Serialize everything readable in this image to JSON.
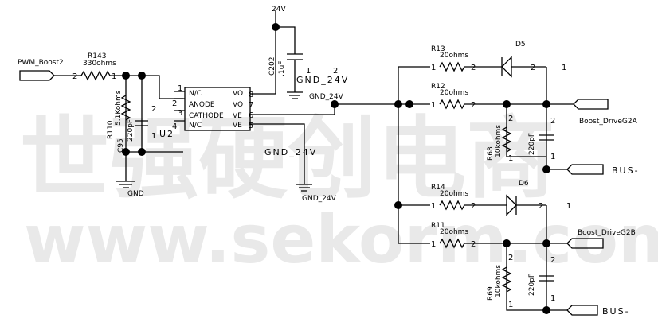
{
  "watermark": {
    "line1": "世强硬创电商",
    "line2": "www.sekorm.com"
  },
  "net_labels": {
    "pwm_in": "PWM_Boost2",
    "out_a": "Boost_DriveG2A",
    "out_b": "Boost_DriveG2B",
    "bus_a": "BUS-",
    "bus_b": "BUS-"
  },
  "power": {
    "vcc": "24V",
    "gnd_left": "GND",
    "gnd_mid": "GND_24V",
    "gnd_mid_text": "GND_24V",
    "gnd_cap_text": "GND_24V",
    "gnd_net": "GND_24V"
  },
  "components": {
    "r143": {
      "ref": "R143",
      "value": "330ohms",
      "pin1": "1",
      "pin2": "2"
    },
    "r110": {
      "ref": "R110",
      "value": "5.1Kohms"
    },
    "c95": {
      "ref": "C95",
      "value": "220pF",
      "pin1": "1",
      "pin2": "2"
    },
    "c202": {
      "ref": "C202",
      "value": ".1uF",
      "pin1": "1",
      "pin2": "2"
    },
    "u2": {
      "ref": "U2",
      "pins_left": [
        "N/C",
        "ANODE",
        "CATHODE",
        "N/C"
      ],
      "pins_right": [
        "VO",
        "VO",
        "VE",
        "VE"
      ],
      "nums_left": [
        "1",
        "2",
        "3",
        "4"
      ],
      "nums_right": [
        "8",
        "7",
        "6",
        "5"
      ]
    },
    "r13": {
      "ref": "R13",
      "value": "20ohms",
      "pin1": "1",
      "pin2": "2"
    },
    "r12": {
      "ref": "R12",
      "value": "20ohms",
      "pin1": "1",
      "pin2": "2"
    },
    "r14": {
      "ref": "R14",
      "value": "20ohms",
      "pin1": "1",
      "pin2": "2"
    },
    "r11": {
      "ref": "R11",
      "value": "20ohms",
      "pin1": "1",
      "pin2": "2"
    },
    "d5": {
      "ref": "D5",
      "pin1": "1",
      "pin2": "2"
    },
    "d6": {
      "ref": "D6",
      "pin1": "1",
      "pin2": "2"
    },
    "r68": {
      "ref": "R68",
      "value": "10kohms",
      "pin1": "1",
      "pin2": "2"
    },
    "r69": {
      "ref": "R69",
      "value": "10kohms",
      "pin1": "1",
      "pin2": "2"
    },
    "c_a": {
      "value": "220pF",
      "pin1": "1",
      "pin2": "2"
    },
    "c_b": {
      "value": "220pF",
      "pin1": "1",
      "pin2": "2"
    }
  }
}
